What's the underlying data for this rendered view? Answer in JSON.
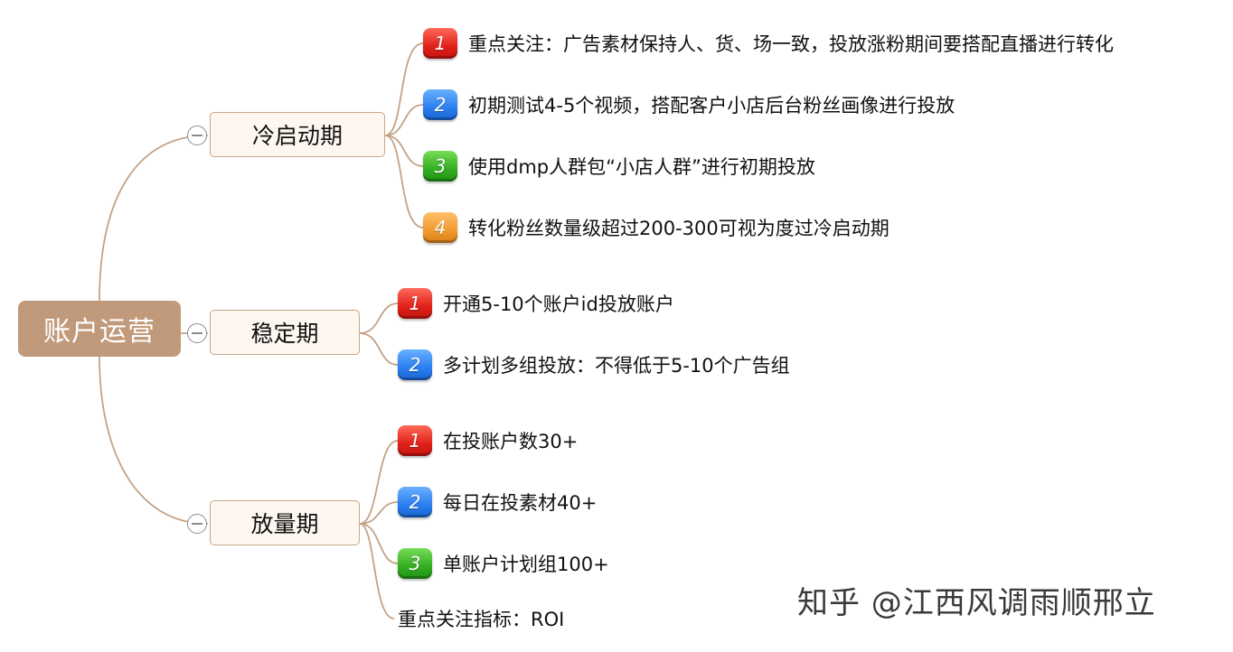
{
  "root": {
    "label": "账户运营"
  },
  "colors": {
    "edge": "#c4a285",
    "root_bg": "#c19a7b",
    "badge_red": "#e0211a",
    "badge_blue": "#2a7ef0",
    "badge_green": "#33ad22",
    "badge_orange": "#f19a2e"
  },
  "branches": [
    {
      "label": "冷启动期",
      "items": [
        {
          "num": "1",
          "color": "red",
          "text": "重点关注：广告素材保持人、货、场一致，投放涨粉期间要搭配直播进行转化"
        },
        {
          "num": "2",
          "color": "blue",
          "text": "初期测试4-5个视频，搭配客户小店后台粉丝画像进行投放"
        },
        {
          "num": "3",
          "color": "green",
          "text": "使用dmp人群包“小店人群”进行初期投放"
        },
        {
          "num": "4",
          "color": "orange",
          "text": "转化粉丝数量级超过200-300可视为度过冷启动期"
        }
      ]
    },
    {
      "label": "稳定期",
      "items": [
        {
          "num": "1",
          "color": "red",
          "text": "开通5-10个账户id投放账户"
        },
        {
          "num": "2",
          "color": "blue",
          "text": "多计划多组投放：不得低于5-10个广告组"
        }
      ]
    },
    {
      "label": "放量期",
      "items": [
        {
          "num": "1",
          "color": "red",
          "text": "在投账户数30+"
        },
        {
          "num": "2",
          "color": "blue",
          "text": "每日在投素材40+"
        },
        {
          "num": "3",
          "color": "green",
          "text": "单账户计划组100+"
        }
      ],
      "note": "重点关注指标：ROI"
    }
  ],
  "watermark": "知乎 @江西风调雨顺邢立"
}
